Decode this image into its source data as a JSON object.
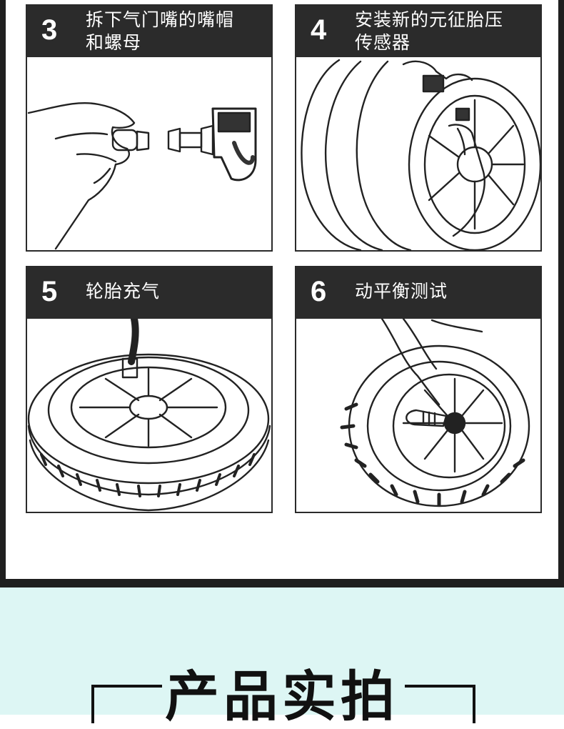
{
  "steps": [
    {
      "number": "3",
      "title": "拆下气门嘴的嘴帽\n和螺母",
      "illustration": "remove-cap-icon"
    },
    {
      "number": "4",
      "title": "安装新的元征胎压\n传感器",
      "illustration": "install-sensor-icon"
    },
    {
      "number": "5",
      "title": "轮胎充气",
      "illustration": "inflate-tire-icon"
    },
    {
      "number": "6",
      "title": "动平衡测试",
      "illustration": "balance-test-icon"
    }
  ],
  "section": {
    "title": "产品实拍"
  },
  "colors": {
    "header_bg": "#2b2b2b",
    "bottom_bg": "#ddf6f4",
    "frame": "#1f1f1f"
  }
}
